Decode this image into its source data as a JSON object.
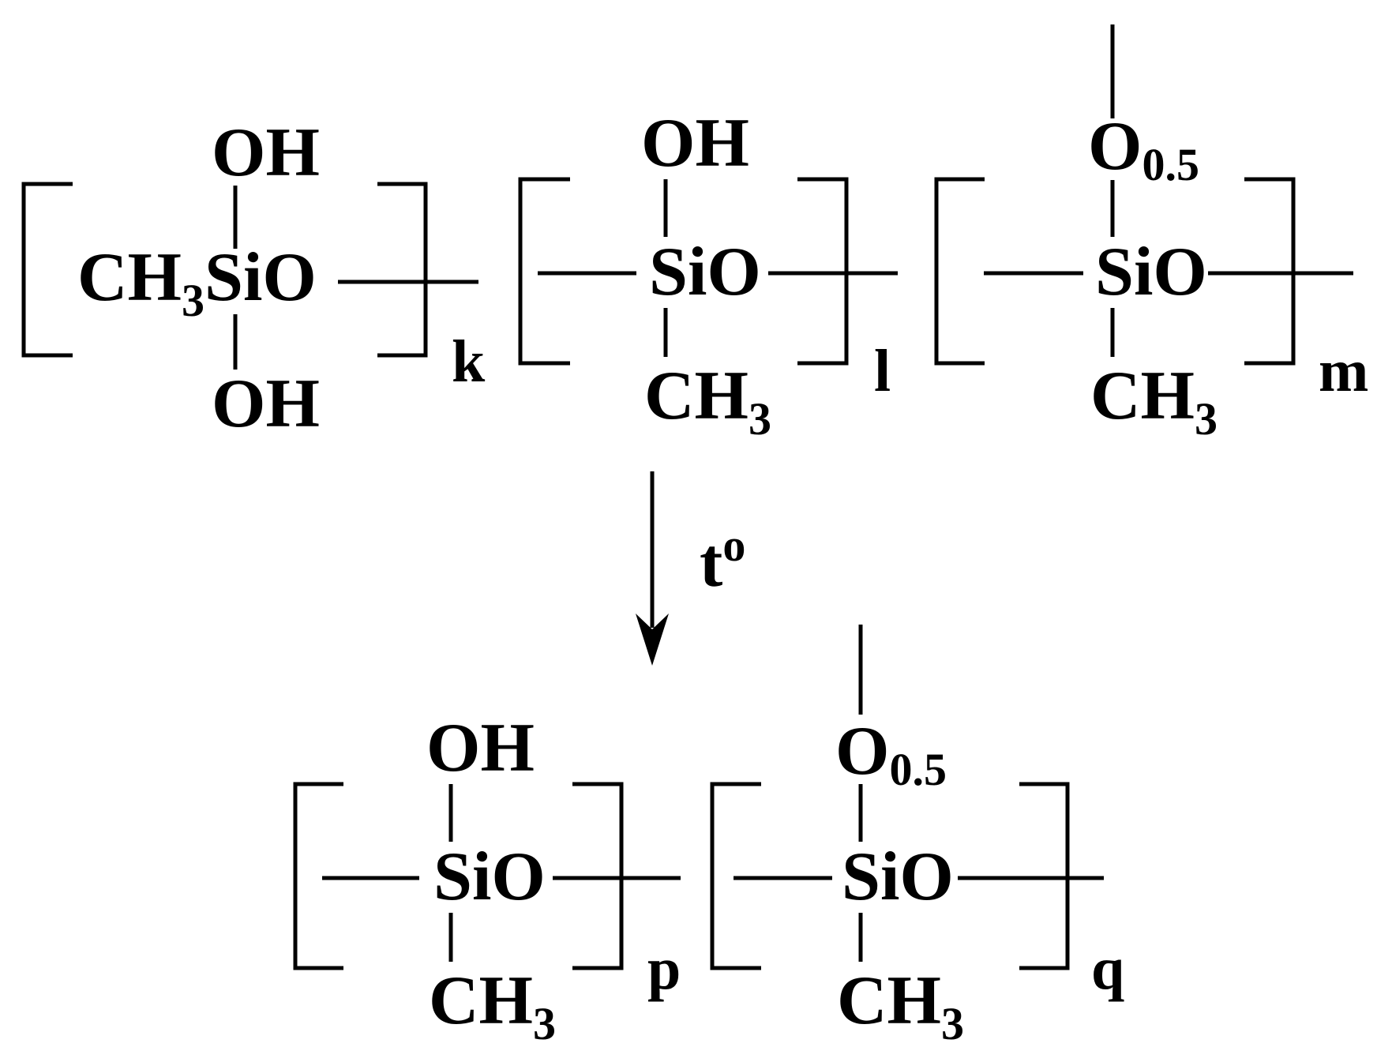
{
  "reactants": [
    {
      "top": "OH",
      "main": "CH",
      "main_sub": "3",
      "main_rest": "SiO",
      "bottom": "OH",
      "index": "k"
    },
    {
      "top": "OH",
      "main": "SiO",
      "bottom": "CH",
      "bottom_sub": "3",
      "index": "l"
    },
    {
      "top": "O",
      "top_sub": "0.5",
      "main": "SiO",
      "bottom": "CH",
      "bottom_sub": "3",
      "index": "m"
    }
  ],
  "arrow": {
    "label": "t",
    "label_sup": "o"
  },
  "products": [
    {
      "top": "OH",
      "main": "SiO",
      "bottom": "CH",
      "bottom_sub": "3",
      "index": "p"
    },
    {
      "top": "O",
      "top_sub": "0.5",
      "main": "SiO",
      "bottom": "CH",
      "bottom_sub": "3",
      "index": "q"
    }
  ]
}
